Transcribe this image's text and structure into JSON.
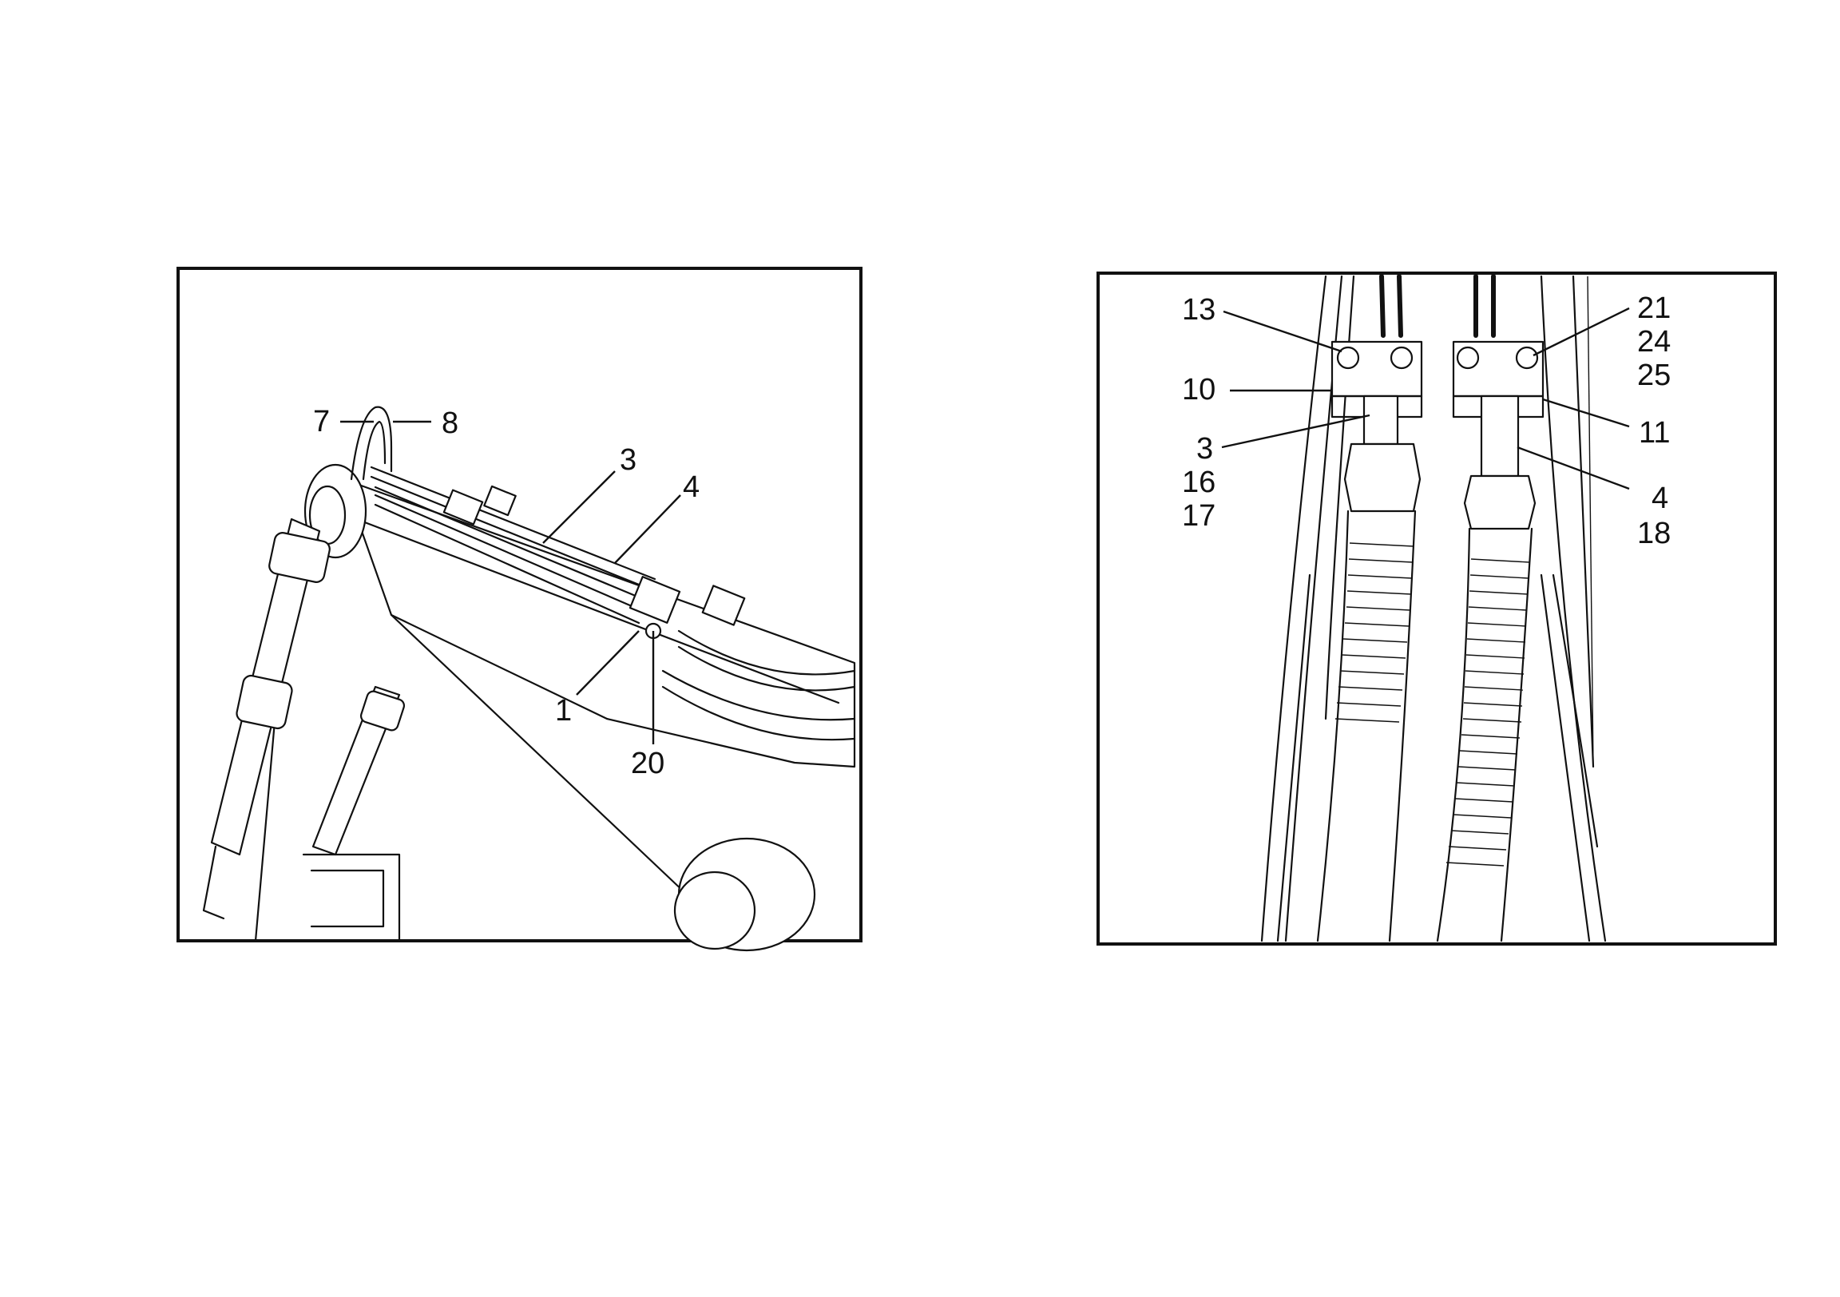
{
  "left_panel": {
    "callouts": {
      "c7": "7",
      "c8": "8",
      "c3": "3",
      "c4": "4",
      "c1": "1",
      "c20": "20"
    }
  },
  "right_panel": {
    "callouts": {
      "c13": "13",
      "c10": "10",
      "c3": "3",
      "c16": "16",
      "c17": "17",
      "c21": "21",
      "c24": "24",
      "c25": "25",
      "c11": "11",
      "c4": "4",
      "c18": "18"
    }
  }
}
